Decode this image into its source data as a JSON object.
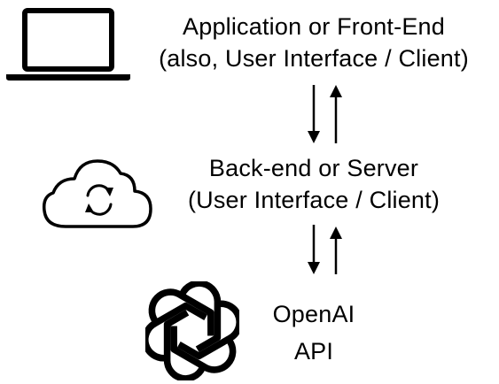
{
  "nodes": {
    "frontend": {
      "icon": "laptop-icon",
      "line1": "Application or Front-End",
      "line2": "(also, User Interface / Client)"
    },
    "backend": {
      "icon": "cloud-sync-icon",
      "line1": "Back-end or Server",
      "line2": "(User Interface / Client)"
    },
    "api": {
      "icon": "openai-logo-icon",
      "line1": "OpenAI",
      "line2": "API"
    }
  },
  "connectors": [
    {
      "from": "frontend",
      "to": "backend",
      "direction": "bidirectional"
    },
    {
      "from": "backend",
      "to": "api",
      "direction": "bidirectional"
    }
  ],
  "colors": {
    "stroke": "#000000",
    "background": "#ffffff"
  }
}
